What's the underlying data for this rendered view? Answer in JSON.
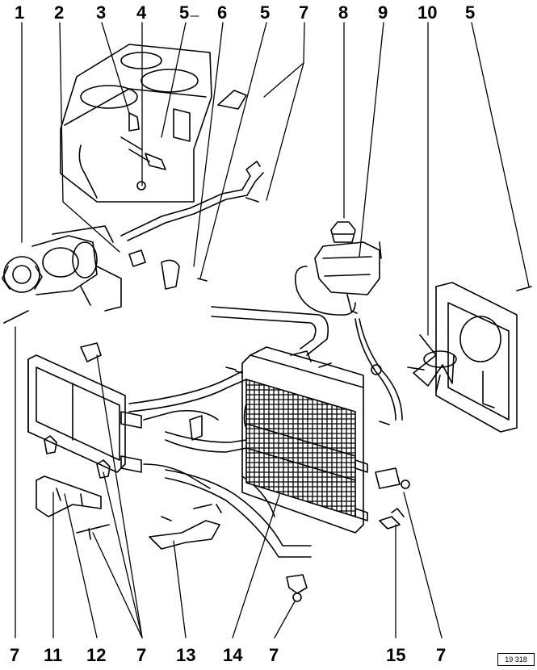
{
  "callouts_top": [
    "1",
    "2",
    "3",
    "4",
    "5",
    "6",
    "5",
    "7",
    "8",
    "9",
    "10",
    "5"
  ],
  "callouts_bottom": [
    "7",
    "11",
    "12",
    "7",
    "13",
    "14",
    "7",
    "15",
    "7"
  ],
  "reference": "19  318",
  "colors": {
    "ink": "#000000",
    "paper": "#ffffff"
  }
}
